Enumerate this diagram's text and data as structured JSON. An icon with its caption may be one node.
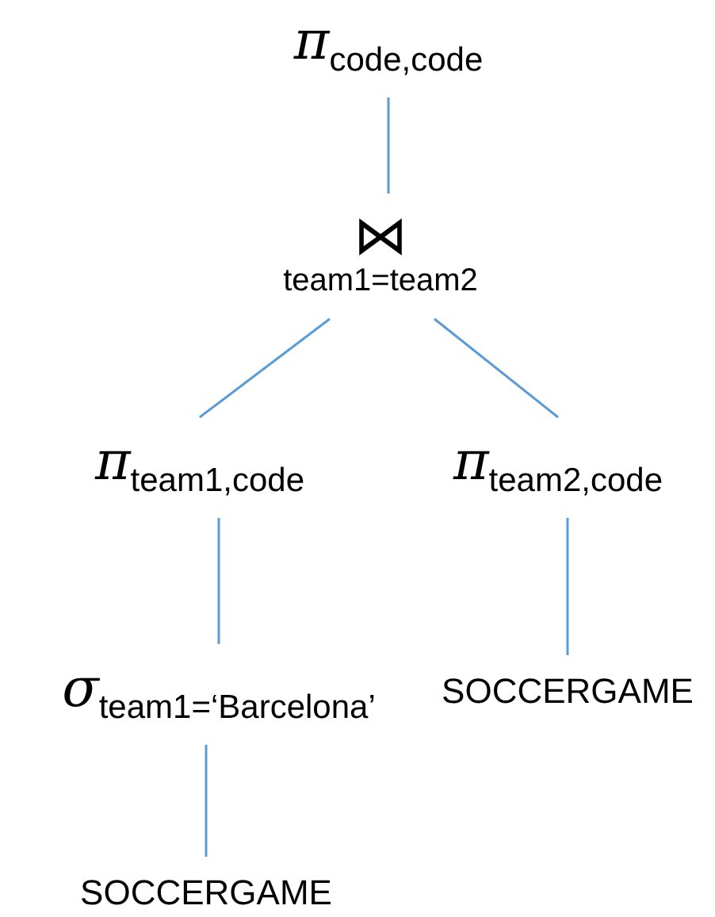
{
  "diagram": {
    "nodes": [
      {
        "text": [
          "π$_{code,code}$"
        ]
      },
      {
        "text": [
          "⋈",
          "team1=team2"
        ]
      },
      {
        "text": [
          "π$_{team1,code}$"
        ]
      },
      {
        "text": [
          "π$_{team2,code}$"
        ]
      },
      {
        "text": [
          "σ$_{team1=‘Barcelona’}$"
        ]
      },
      {
        "text": [
          "SOCCERGAME"
        ]
      },
      {
        "text": [
          "SOCCERGAME"
        ]
      }
    ],
    "edges": [
      {
        "from": 0,
        "to": 1,
        "arrow": "none"
      },
      {
        "from": 1,
        "to": 2,
        "arrow": "none"
      },
      {
        "from": 1,
        "to": 3,
        "arrow": "none"
      },
      {
        "from": 2,
        "to": 4,
        "arrow": "none"
      },
      {
        "from": 3,
        "to": 5,
        "arrow": "none"
      },
      {
        "from": 4,
        "to": 6,
        "arrow": "none"
      }
    ]
  }
}
